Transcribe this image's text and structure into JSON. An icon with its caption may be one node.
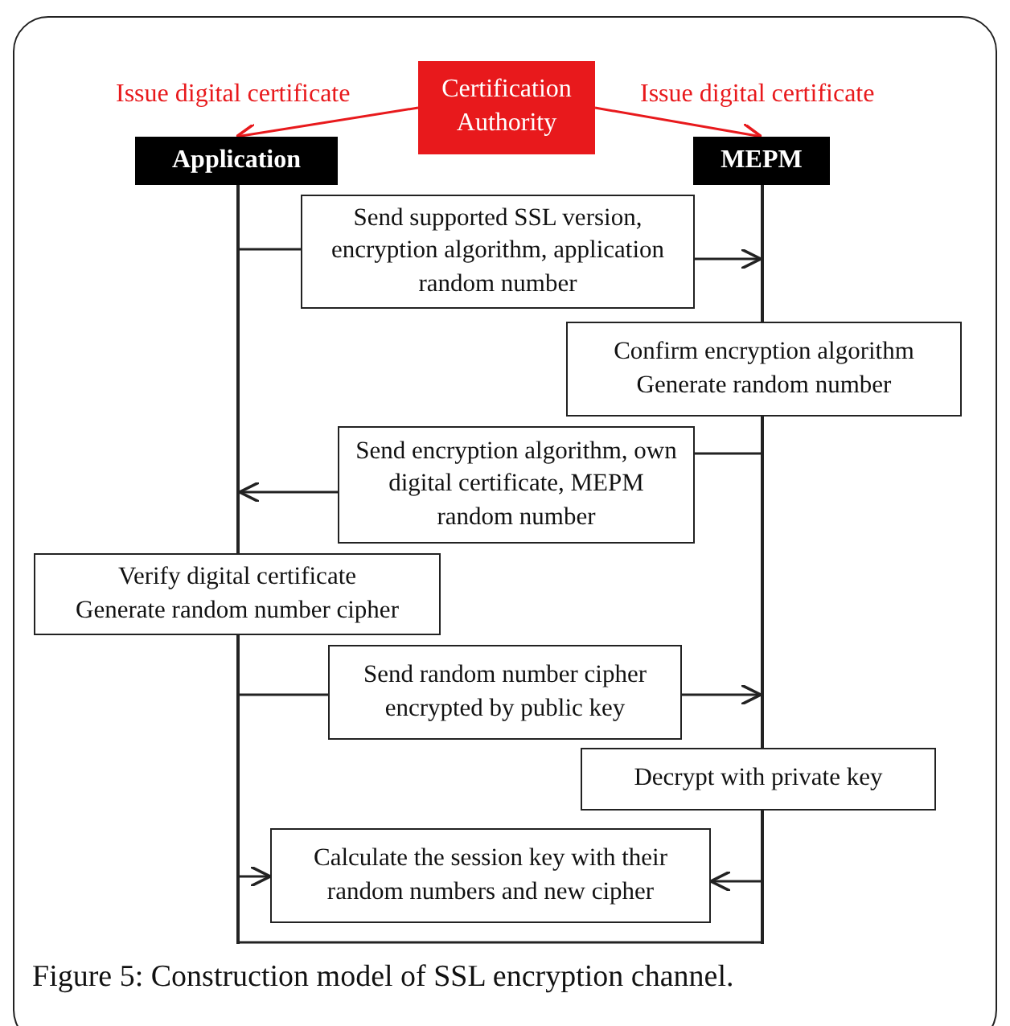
{
  "diagram": {
    "caption": "Figure 5: Construction model of SSL encryption channel.",
    "nodes": [
      {
        "text": [
          "Certification Authority"
        ]
      },
      {
        "text": [
          "Application"
        ]
      },
      {
        "text": [
          "MEPM"
        ]
      },
      {
        "text": [
          "Send supported SSL version, encryption algorithm, application random number"
        ]
      },
      {
        "text": [
          "Confirm encryption algorithm",
          "Generate random number"
        ]
      },
      {
        "text": [
          "Send encryption algorithm, own digital certificate, MEPM random number"
        ]
      },
      {
        "text": [
          "Verify digital certificate",
          "Generate random number cipher"
        ]
      },
      {
        "text": [
          "Send random number cipher encrypted by public key"
        ]
      },
      {
        "text": [
          "Decrypt with private key"
        ]
      },
      {
        "text": [
          "Calculate the session key with their random numbers and new cipher"
        ]
      },
      {
        "text": [],
        "shape": "bar"
      },
      {
        "text": [],
        "shape": "bar"
      },
      {
        "text": [],
        "shape": "bar"
      },
      {
        "text": [],
        "shape": "bar"
      },
      {
        "text": [],
        "shape": "bar"
      }
    ],
    "edges": [
      {
        "from": 0,
        "to": 1,
        "arrow": "to",
        "label": "Issue digital certificate",
        "color": "#e8191c"
      },
      {
        "from": 0,
        "to": 2,
        "arrow": "to",
        "label": "Issue digital certificate",
        "color": "#e8191c"
      },
      {
        "from": 10,
        "to": 3,
        "arrow": "none"
      },
      {
        "from": 3,
        "to": 12,
        "arrow": "to"
      },
      {
        "from": 13,
        "to": 5,
        "arrow": "none"
      },
      {
        "from": 5,
        "to": 10,
        "arrow": "to"
      },
      {
        "from": 11,
        "to": 7,
        "arrow": "none"
      },
      {
        "from": 7,
        "to": 13,
        "arrow": "to"
      },
      {
        "from": 11,
        "to": 9,
        "arrow": "to"
      },
      {
        "from": 14,
        "to": 9,
        "arrow": "to"
      },
      {
        "from": 11,
        "to": 14,
        "arrow": "none"
      }
    ]
  }
}
